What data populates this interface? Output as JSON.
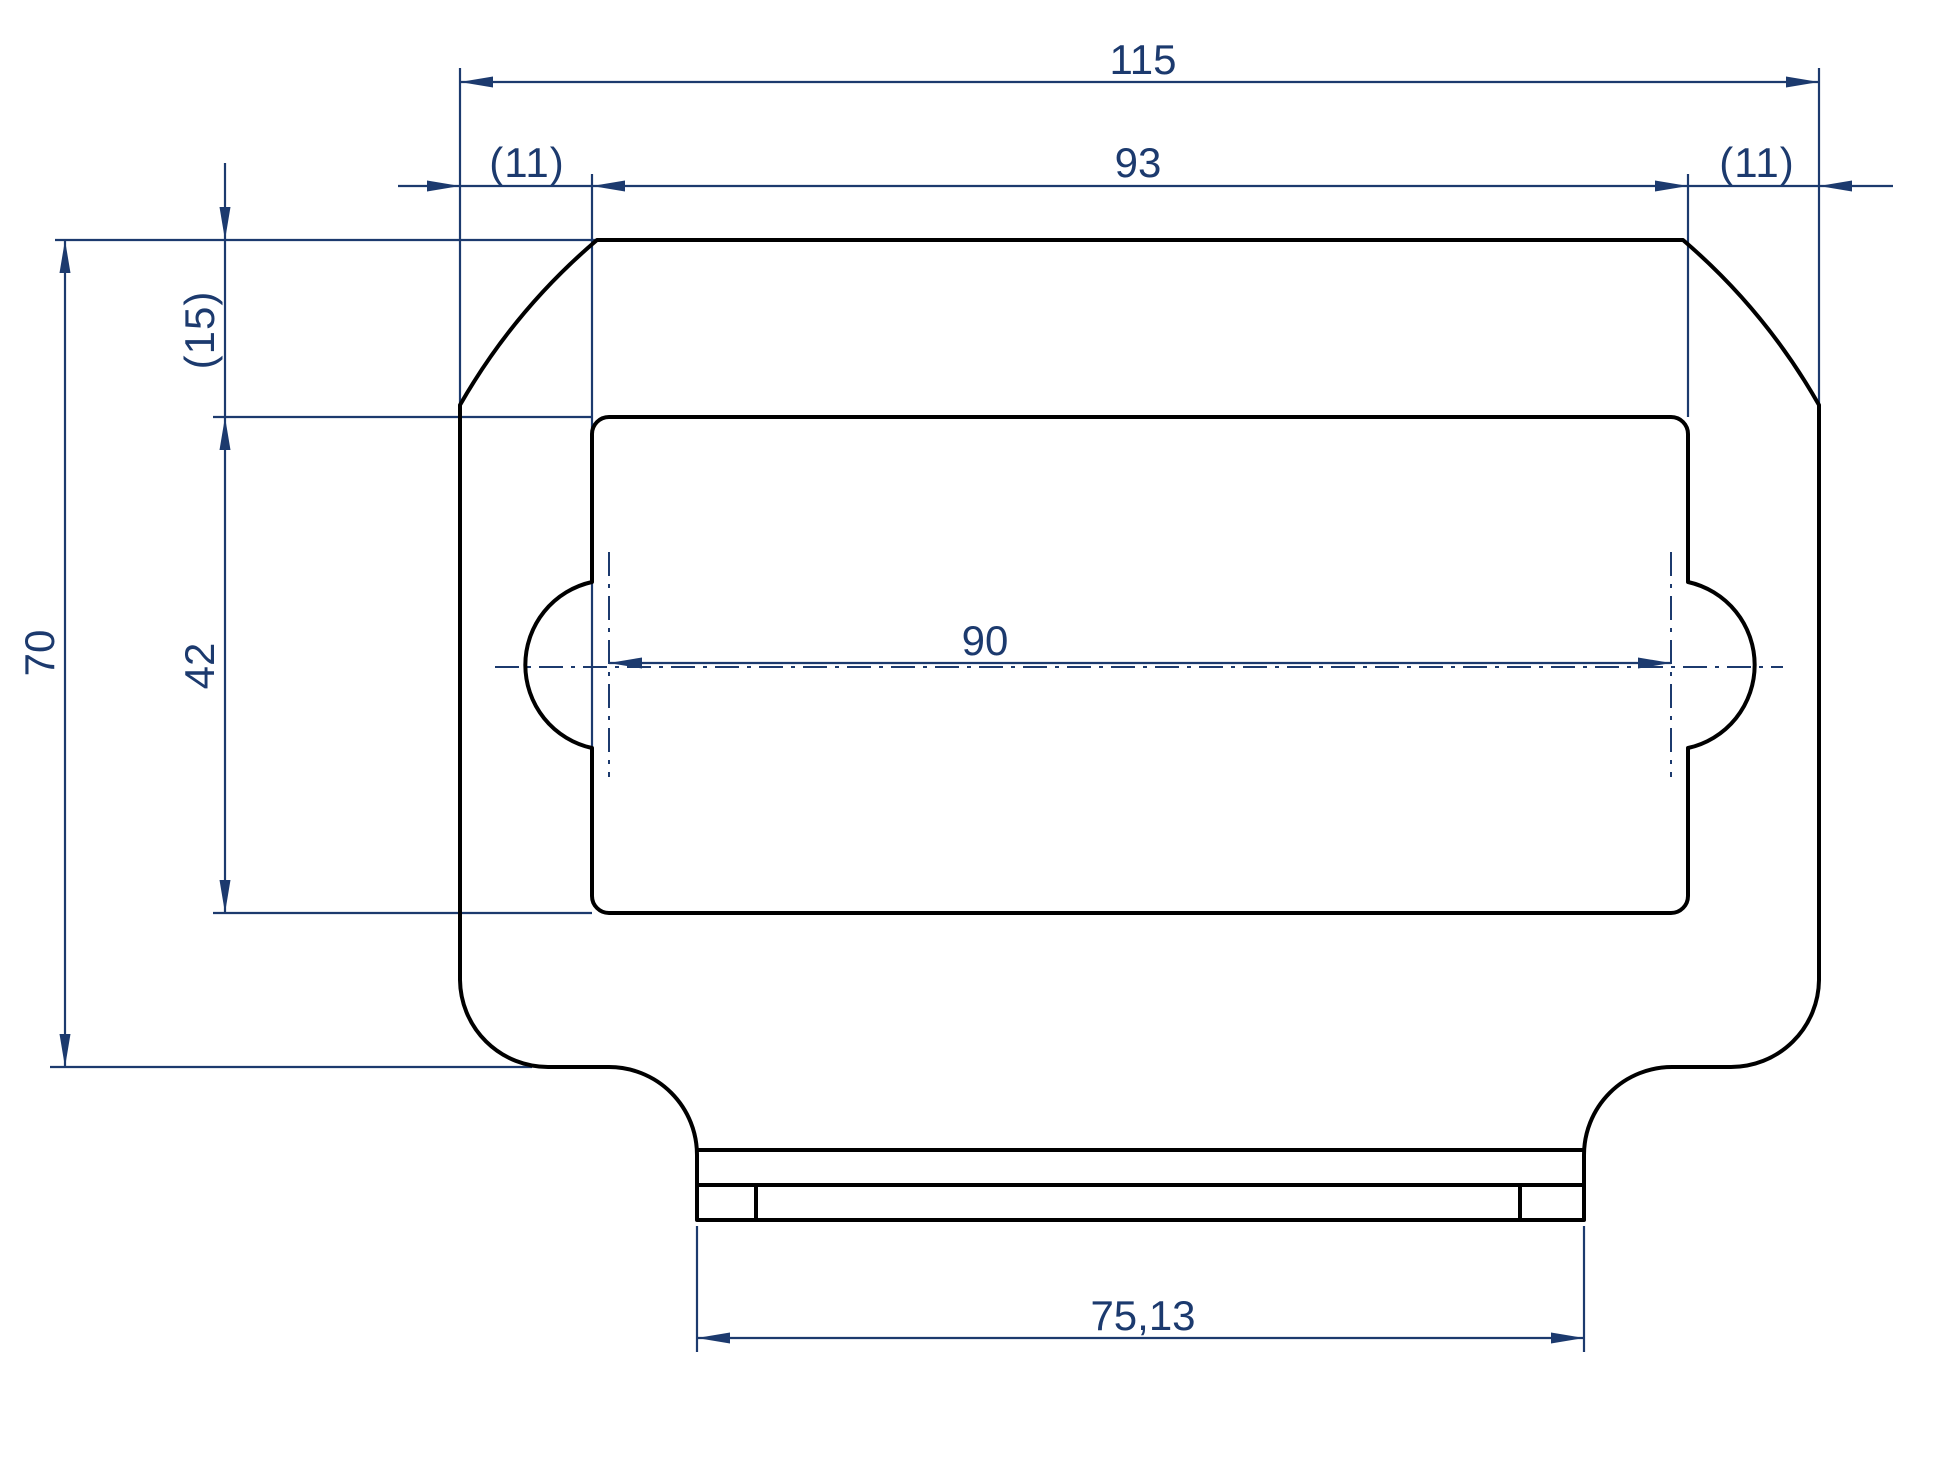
{
  "drawing": {
    "type": "engineering-drawing",
    "colors": {
      "outline": "#000000",
      "dimension": "#1c3a6e",
      "background": "#ffffff"
    },
    "dimensions": {
      "overall_width": "115",
      "window_width": "93",
      "edge_offset_left": "(11)",
      "edge_offset_right": "(11)",
      "top_margin": "(15)",
      "overall_height": "70",
      "window_height": "42",
      "notch_center_distance": "90",
      "tab_width": "75,13"
    }
  }
}
